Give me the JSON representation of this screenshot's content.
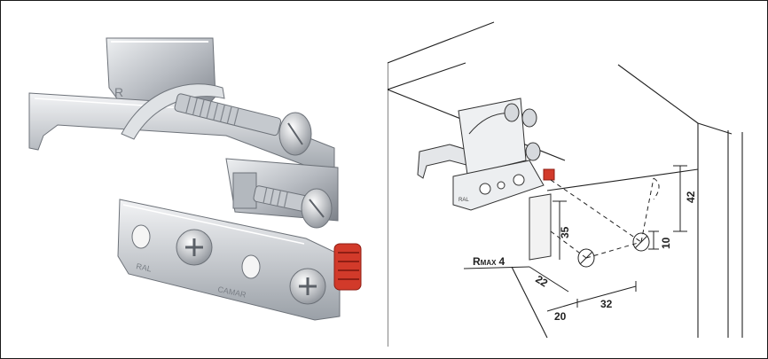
{
  "photo": {
    "bracket_marks": [
      "R",
      "RAL",
      "CAMAR"
    ]
  },
  "drawing": {
    "dimensions": {
      "rmax_label_main": "R",
      "rmax_label_sub": "MAX",
      "rmax_value": "4",
      "dim_42": "42",
      "dim_35": "35",
      "dim_22": "22",
      "dim_20": "20",
      "dim_32": "32",
      "dim_10": "10"
    },
    "bracket_mark": "RAL"
  },
  "colors": {
    "frame": "#1a1a1a",
    "metal": "#c9ccd0",
    "metal_dark": "#8a8e94",
    "accent_red": "#d23a2a",
    "line": "#222222"
  }
}
